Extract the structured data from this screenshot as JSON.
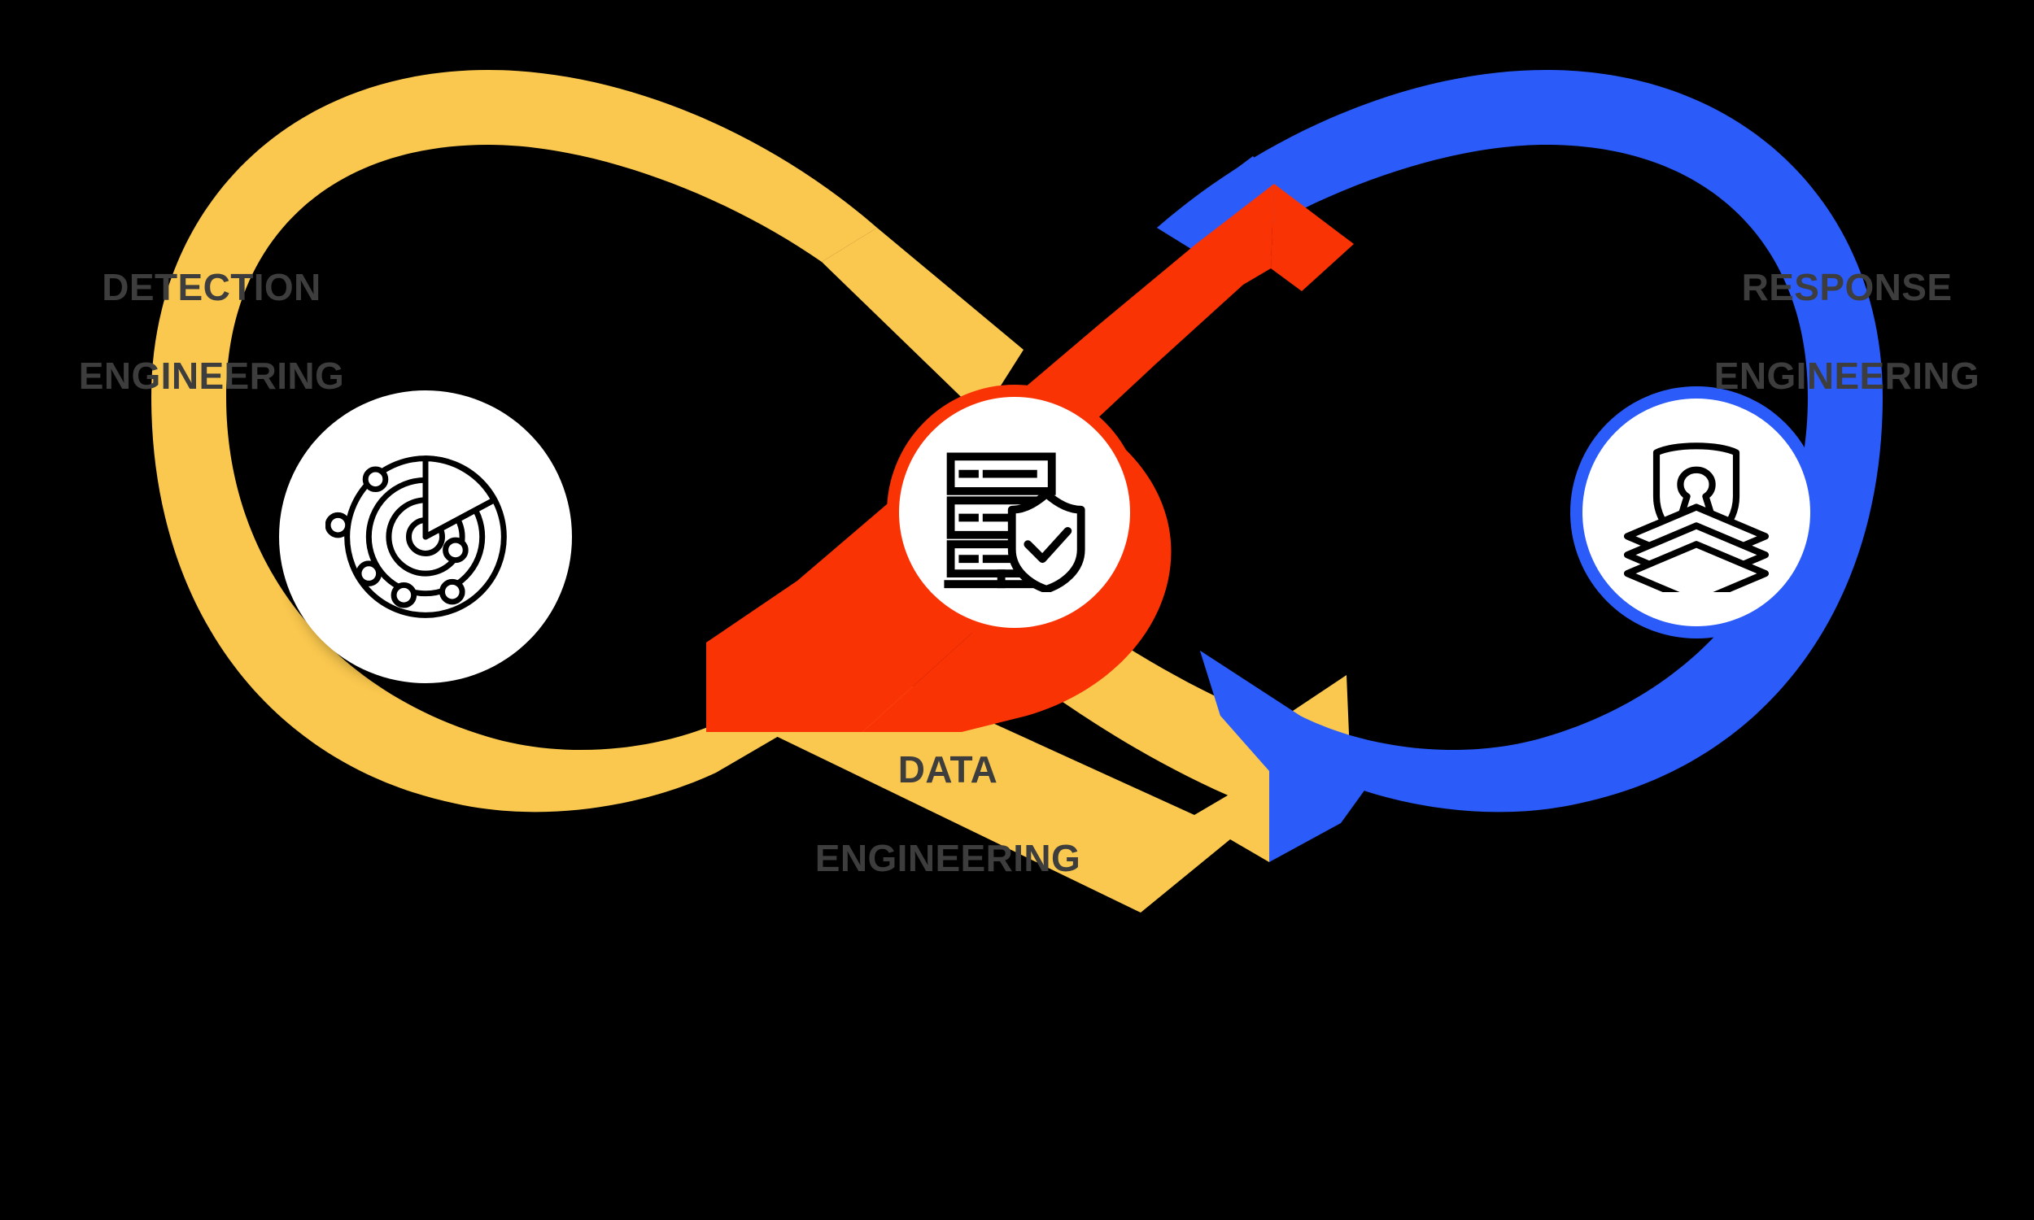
{
  "diagram": {
    "type": "infinity-loop-process",
    "background_color": "#000000",
    "title_visible": false
  },
  "palette": {
    "detection_yellow": "#FAC84E",
    "data_red": "#FA3305",
    "response_blue": "#2B5CFA",
    "label_gray": "#3D3D3D",
    "bubble_white": "#FFFFFF",
    "icon_stroke": "#000000"
  },
  "nodes": [
    {
      "id": "detection",
      "label_line1": "DETECTION",
      "label_line2": "ENGINEERING",
      "color": "#FAC84E",
      "icon": "radar-icon",
      "icon_description": "radar sweep with concentric orbit rings and node dots"
    },
    {
      "id": "data",
      "label_line1": "DATA",
      "label_line2": "ENGINEERING",
      "color": "#FA3305",
      "icon": "server-shield-icon",
      "icon_description": "stacked server racks with a shield and checkmark"
    },
    {
      "id": "response",
      "label_line1": "RESPONSE",
      "label_line2": "ENGINEERING",
      "color": "#2B5CFA",
      "icon": "shield-layers-icon",
      "icon_description": "shield with keyhole over three stacked layers"
    }
  ],
  "ribbons": [
    {
      "id": "detection-loop",
      "color": "#FAC84E",
      "shape": "left-lobe-arc"
    },
    {
      "id": "response-loop",
      "color": "#2B5CFA",
      "shape": "right-lobe-arc"
    },
    {
      "id": "data-crossover",
      "color": "#FA3305",
      "shape": "diagonal-band-with-arrow-tips"
    }
  ]
}
